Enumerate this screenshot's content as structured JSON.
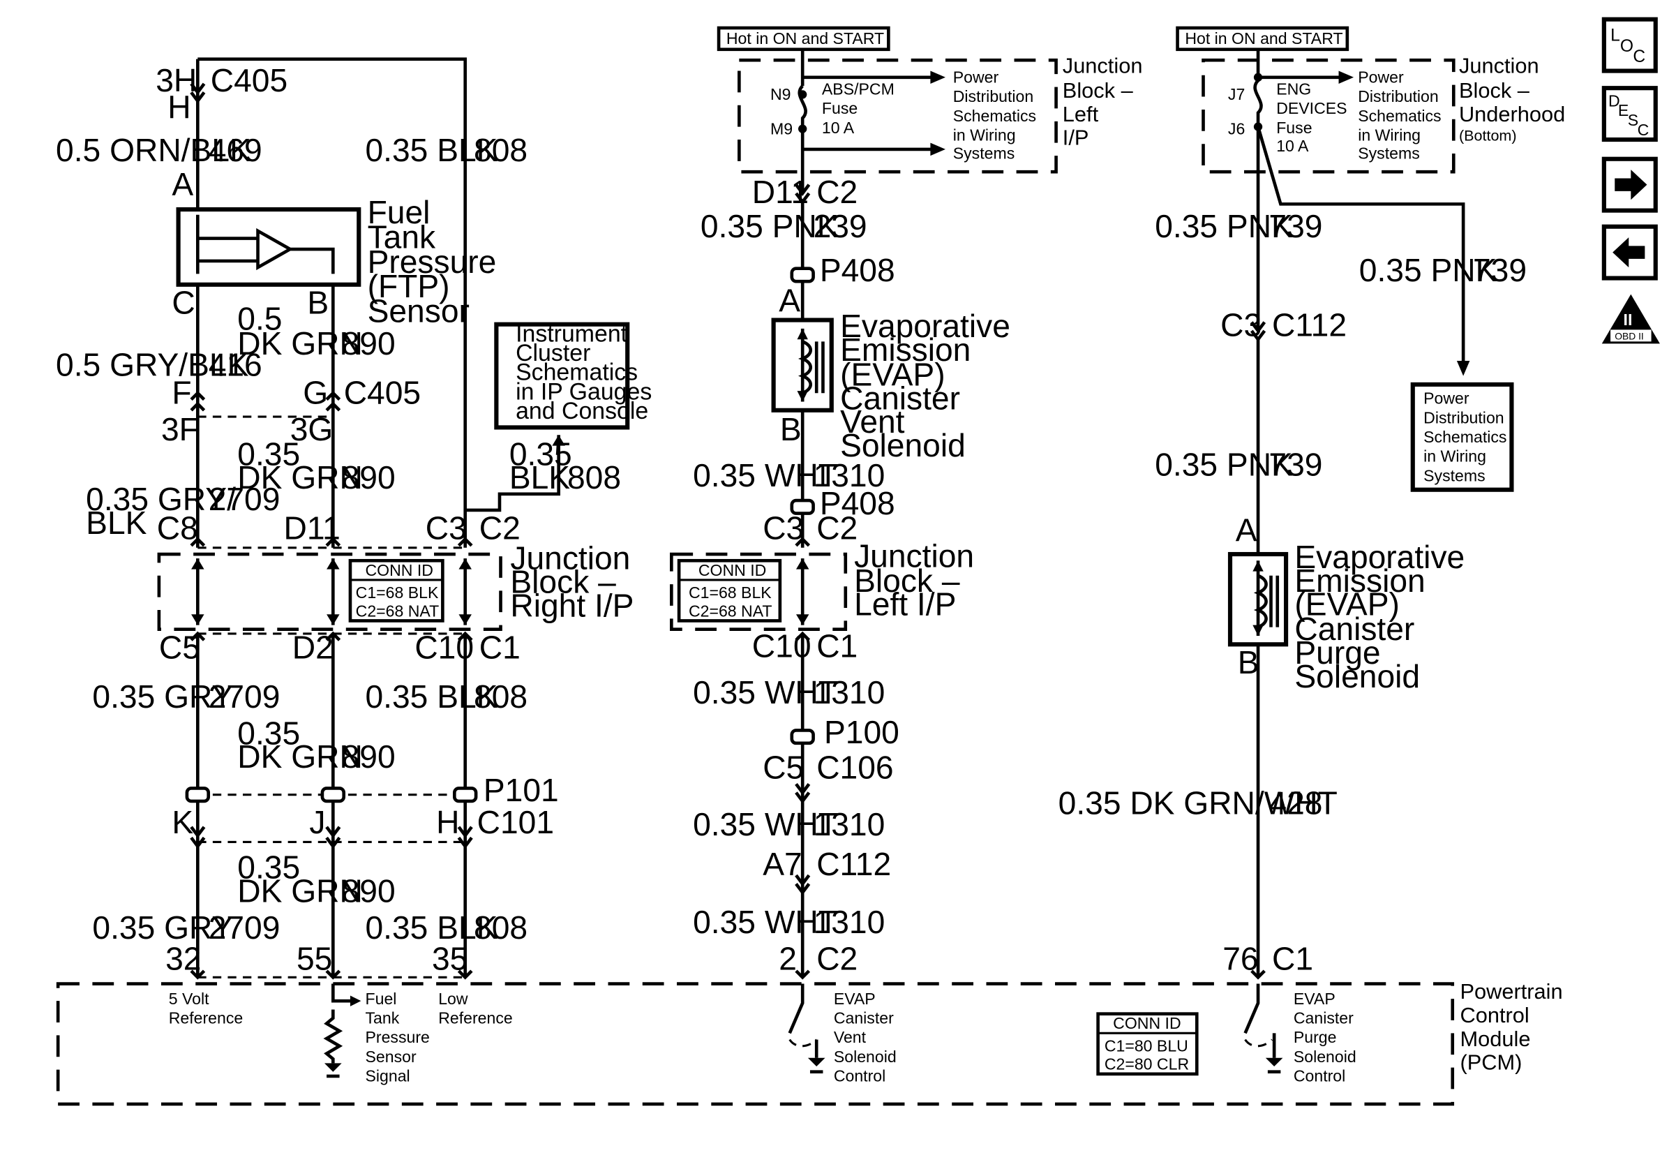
{
  "labels": {
    "c405_top_pin": "3H",
    "c405_top": "C405",
    "c405_top_h": "H",
    "wire_469": "0.5 ORN/BLK",
    "wire_469_num": "469",
    "wire_808_top": "0.35 BLK",
    "wire_808_top_num": "808",
    "ftp_pin_a": "A",
    "ftp_name": [
      "Fuel",
      "Tank",
      "Pressure",
      "(FTP)",
      "Sensor"
    ],
    "ftp_pin_c": "C",
    "ftp_pin_b": "B",
    "wire_890_a_gauge": "0.5",
    "wire_890_a": "DK GRN",
    "wire_890_a_num": "890",
    "wire_416": "0.5 GRY/BLK",
    "wire_416_num": "416",
    "pin_f": "F",
    "pin_g": "G",
    "c405_mid": "C405",
    "pin_3f": "3F",
    "pin_3g": "3G",
    "wire_890_b_gauge": "0.35",
    "wire_890_b": "DK GRN",
    "wire_890_b_num": "890",
    "wire_2709_top": "0.35 GRY/",
    "wire_2709_top2": "BLK",
    "wire_2709_top_num": "2709",
    "ipc_box": [
      "Instrument",
      "Cluster",
      "Schematics",
      "in IP Gauges",
      "and Console"
    ],
    "wire_808_ipc_gauge": "0.35",
    "wire_808_ipc": "BLK",
    "wire_808_ipc_num": "808",
    "jb_r_c8": "C8",
    "jb_r_d11": "D11",
    "jb_r_c3": "C3",
    "jb_r_c2": "C2",
    "jb_right_name": [
      "Junction",
      "Block –",
      "Right I/P"
    ],
    "conn_id_title": "CONN ID",
    "conn_id_r_1": "C1=68 BLK",
    "conn_id_r_2": "C2=68 NAT",
    "jb_r_c5": "C5",
    "jb_r_d2": "D2",
    "jb_r_c10": "C10",
    "jb_r_c1": "C1",
    "wire_2709_mid": "0.35 GRY",
    "wire_2709_mid_num": "2709",
    "wire_808_mid": "0.35 BLK",
    "wire_808_mid_num": "808",
    "wire_890_c_gauge": "0.35",
    "wire_890_c": "DK GRN",
    "wire_890_c_num": "890",
    "p101": "P101",
    "pin_k": "K",
    "pin_j": "J",
    "pin_h": "H",
    "c101": "C101",
    "wire_890_d_gauge": "0.35",
    "wire_890_d": "DK GRN",
    "wire_890_d_num": "890",
    "wire_2709_bot": "0.35 GRY",
    "wire_2709_bot_num": "2709",
    "wire_808_bot": "0.35 BLK",
    "wire_808_bot_num": "808",
    "pcm_pin_32": "32",
    "pcm_pin_55": "55",
    "pcm_pin_35": "35",
    "hot_on_start_1": "Hot in ON and START",
    "fuse_left_n9": "N9",
    "fuse_left_m9": "M9",
    "fuse_left_name": [
      "ABS/PCM",
      "Fuse",
      "10 A"
    ],
    "power_dist_1": [
      "Power",
      "Distribution",
      "Schematics",
      "in Wiring",
      "Systems"
    ],
    "jb_left_top_name": [
      "Junction",
      "Block –",
      "Left",
      "I/P"
    ],
    "vent_d11": "D11",
    "vent_c2_top": "C2",
    "wire_239": "0.35 PNK",
    "wire_239_num": "239",
    "p408_a": "P408",
    "vent_pin_a": "A",
    "vent_name": [
      "Evaporative",
      "Emission",
      "(EVAP)",
      "Canister",
      "Vent",
      "Solenoid"
    ],
    "vent_pin_b": "B",
    "wire_1310_a": "0.35 WHT",
    "wire_1310_a_num": "1310",
    "p408_b": "P408",
    "vent_c3": "C3",
    "vent_c2_mid": "C2",
    "conn_id_l_1": "C1=68 BLK",
    "conn_id_l_2": "C2=68 NAT",
    "jb_left_mid_name": [
      "Junction",
      "Block –",
      "Left I/P"
    ],
    "vent_c10": "C10",
    "vent_c1": "C1",
    "wire_1310_b": "0.35 WHT",
    "wire_1310_b_num": "1310",
    "p100": "P100",
    "vent_c5": "C5",
    "c106": "C106",
    "wire_1310_c": "0.35 WHT",
    "wire_1310_c_num": "1310",
    "vent_a7": "A7",
    "vent_c112": "C112",
    "wire_1310_d": "0.35 WHT",
    "wire_1310_d_num": "1310",
    "pcm_pin_2": "2",
    "pcm_c2": "C2",
    "hot_on_start_2": "Hot in ON and START",
    "fuse_right_j7": "J7",
    "fuse_right_j6": "J6",
    "fuse_right_name": [
      "ENG",
      "DEVICES",
      "Fuse",
      "10 A"
    ],
    "power_dist_2": [
      "Power",
      "Distribution",
      "Schematics",
      "in Wiring",
      "Systems"
    ],
    "jb_underhood_name": [
      "Junction",
      "Block –",
      "Underhood"
    ],
    "jb_underhood_sub": "(Bottom)",
    "wire_739_a": "0.35 PNK",
    "wire_739_a_num": "739",
    "wire_739_b": "0.35 PNK",
    "wire_739_b_num": "739",
    "purge_c3": "C3",
    "purge_c112": "C112",
    "power_dist_3": [
      "Power",
      "Distribution",
      "Schematics",
      "in Wiring",
      "Systems"
    ],
    "wire_739_c": "0.35 PNK",
    "wire_739_c_num": "739",
    "purge_pin_a": "A",
    "purge_name": [
      "Evaporative",
      "Emission",
      "(EVAP)",
      "Canister",
      "Purge",
      "Solenoid"
    ],
    "purge_pin_b": "B",
    "wire_428": "0.35 DK GRN/WHT",
    "wire_428_num": "428",
    "pcm_pin_76": "76",
    "pcm_c1": "C1",
    "pcm_5v": [
      "5 Volt",
      "Reference"
    ],
    "pcm_ftp_signal": [
      "Fuel",
      "Tank",
      "Pressure",
      "Sensor",
      "Signal"
    ],
    "pcm_low_ref": [
      "Low",
      "Reference"
    ],
    "pcm_vent_ctrl": [
      "EVAP",
      "Canister",
      "Vent",
      "Solenoid",
      "Control"
    ],
    "conn_id_pcm_1": "C1=80 BLU",
    "conn_id_pcm_2": "C2=80 CLR",
    "pcm_purge_ctrl": [
      "EVAP",
      "Canister",
      "Purge",
      "Solenoid",
      "Control"
    ],
    "pcm_name": [
      "Powertrain",
      "Control",
      "Module",
      "(PCM)"
    ]
  },
  "nav": {
    "loc": [
      "L",
      "O",
      "C"
    ],
    "desc": [
      "D",
      "E",
      "S",
      "C"
    ],
    "forward_icon": "right-arrow-icon",
    "back_icon": "left-arrow-icon",
    "obd_numeral": "II",
    "obd_text": "OBD II"
  }
}
